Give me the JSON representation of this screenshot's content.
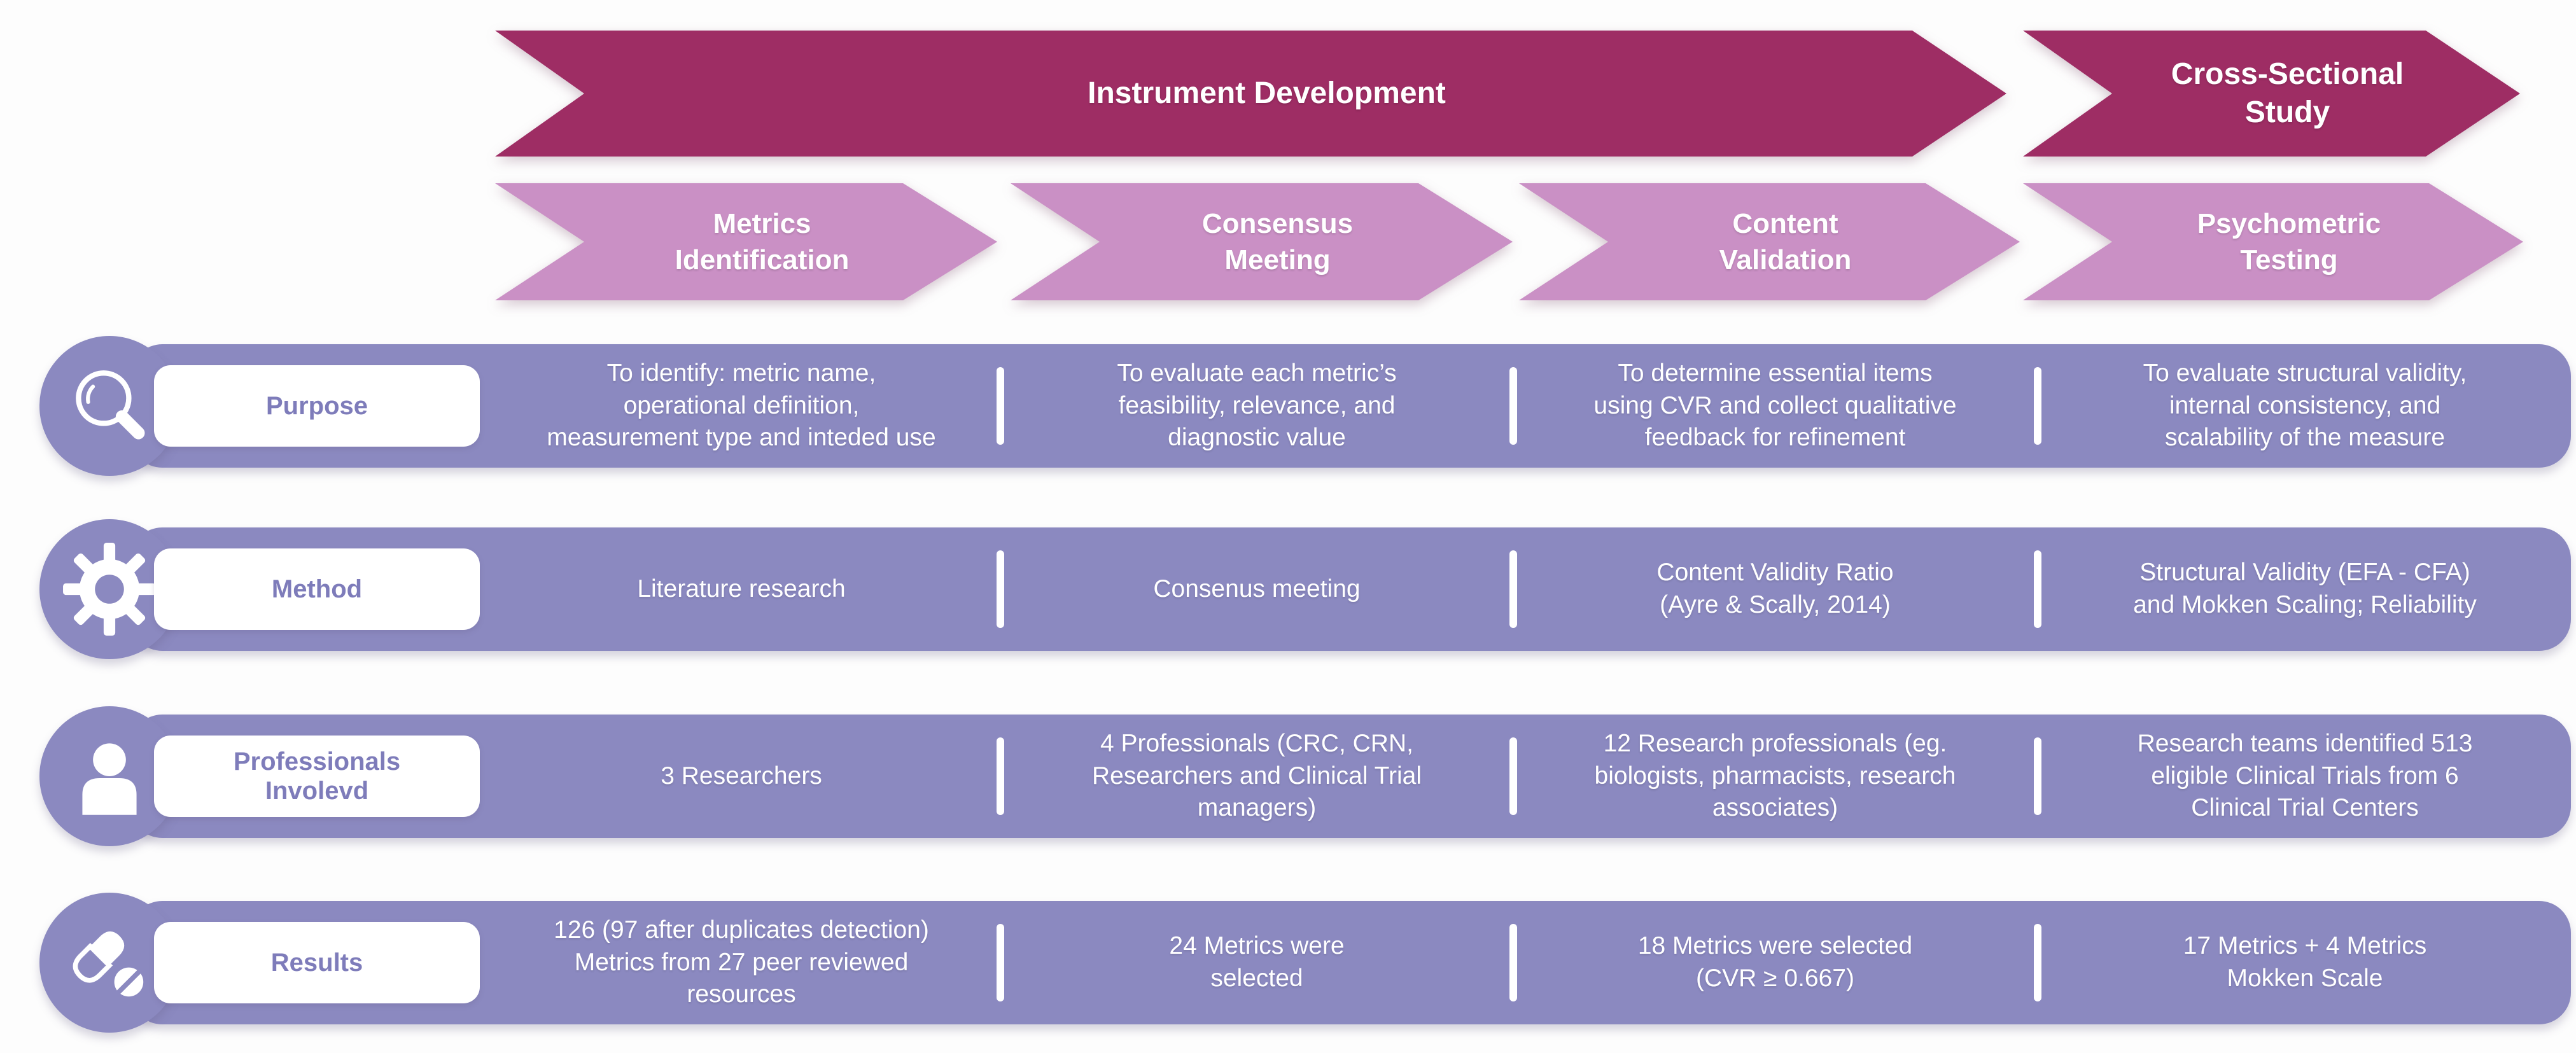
{
  "colors": {
    "dark_arrow": "#9E2D64",
    "light_arrow": "#CA90C5",
    "bar": "#8B89C0",
    "label_text": "#7E7CBA",
    "background": "#FDFDFD"
  },
  "top_arrows": [
    {
      "label": "Instrument Development"
    },
    {
      "label": "Cross-Sectional\nStudy"
    }
  ],
  "stage_arrows": [
    {
      "label": "Metrics\nIdentification"
    },
    {
      "label": "Consensus\nMeeting"
    },
    {
      "label": "Content\nValidation"
    },
    {
      "label": "Psychometric\nTesting"
    }
  ],
  "rows": [
    {
      "label": "Purpose",
      "icon": "magnifier-icon",
      "cells": [
        "To identify: metric name,\noperational definition,\nmeasurement type and inteded use",
        "To evaluate each metric’s\nfeasibility, relevance, and\ndiagnostic value",
        "To determine essential items\nusing CVR and collect qualitative\nfeedback for refinement",
        "To evaluate structural validity,\ninternal consistency, and\nscalability of the measure"
      ]
    },
    {
      "label": "Method",
      "icon": "gear-icon",
      "cells": [
        "Literature research",
        "Consenus meeting",
        "Content Validity Ratio\n(Ayre & Scally, 2014)",
        "Structural Validity (EFA - CFA)\nand Mokken Scaling; Reliability"
      ]
    },
    {
      "label": "Professionals\nInvolevd",
      "icon": "person-icon",
      "cells": [
        "3 Researchers",
        "4 Professionals (CRC, CRN,\nResearchers and Clinical Trial\nmanagers)",
        "12 Research professionals (eg.\nbiologists, pharmacists, research\nassociates)",
        "Research teams identified 513\neligible Clinical Trials from 6\nClinical Trial Centers"
      ]
    },
    {
      "label": "Results",
      "icon": "pills-icon",
      "cells": [
        "126 (97 after duplicates detection)\nMetrics from 27 peer reviewed\nresources",
        "24 Metrics were\nselected",
        "18 Metrics were selected\n(CVR ≥ 0.667)",
        "17 Metrics + 4 Metrics\nMokken Scale"
      ]
    }
  ]
}
